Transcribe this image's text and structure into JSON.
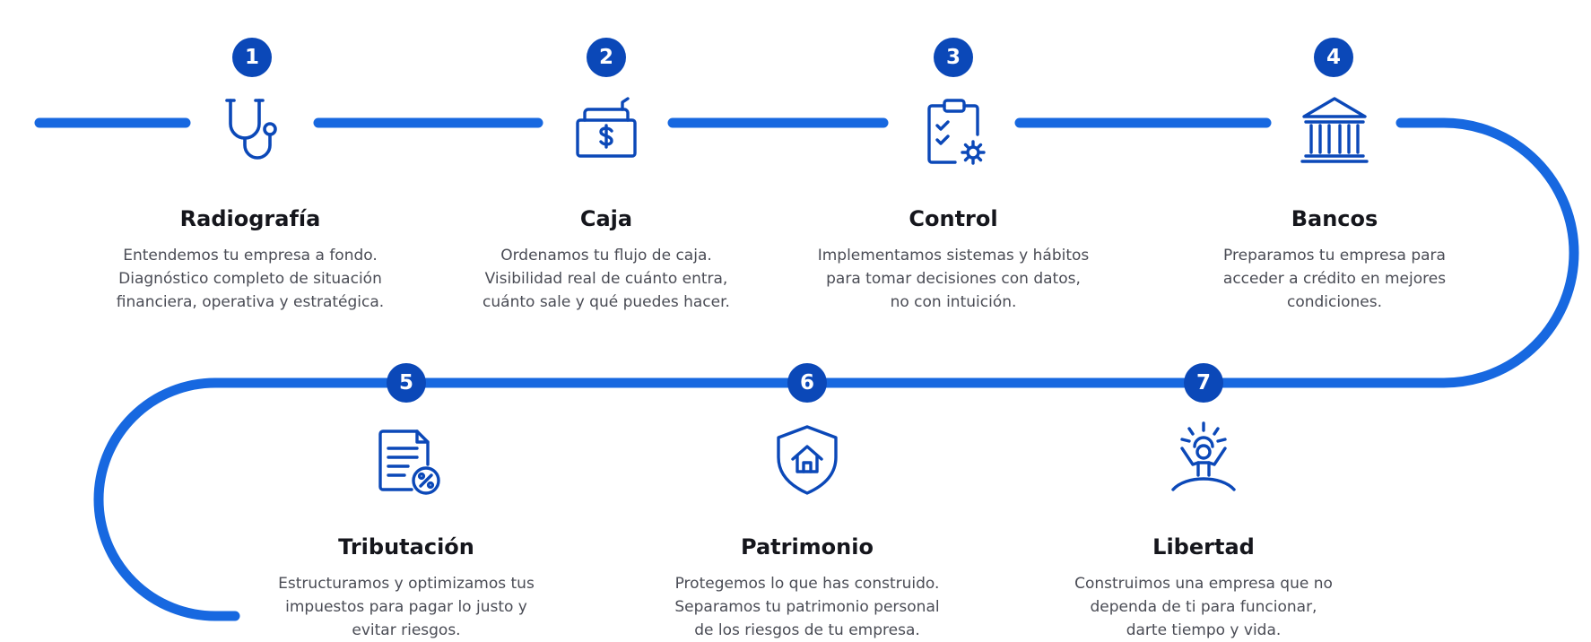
{
  "accent_color": "#0b48b8",
  "line_color": "#1768e0",
  "steps": [
    {
      "number": "1",
      "icon": "stethoscope-icon",
      "title": "Radiografía",
      "lines": [
        "Entendemos tu empresa a fondo.",
        "Diagnóstico completo de situación",
        "financiera, operativa y estratégica."
      ]
    },
    {
      "number": "2",
      "icon": "cash-register-icon",
      "title": "Caja",
      "lines": [
        "Ordenamos tu flujo de caja.",
        "Visibilidad real de cuánto entra,",
        "cuánto sale y qué puedes hacer."
      ]
    },
    {
      "number": "3",
      "icon": "clipboard-gear-icon",
      "title": "Control",
      "lines": [
        "Implementamos sistemas y hábitos",
        "para tomar decisiones con datos,",
        "no con intuición."
      ]
    },
    {
      "number": "4",
      "icon": "bank-icon",
      "title": "Bancos",
      "lines": [
        "Preparamos tu empresa para",
        "acceder a crédito en mejores",
        "condiciones."
      ]
    },
    {
      "number": "5",
      "icon": "tax-document-icon",
      "title": "Tributación",
      "lines": [
        "Estructuramos y optimizamos tus",
        "impuestos para pagar lo justo y",
        "evitar riesgos."
      ]
    },
    {
      "number": "6",
      "icon": "shield-home-icon",
      "title": "Patrimonio",
      "lines": [
        "Protegemos lo que has construido.",
        "Separamos tu patrimonio personal",
        "de los riesgos de tu empresa."
      ]
    },
    {
      "number": "7",
      "icon": "freedom-person-icon",
      "title": "Libertad",
      "lines": [
        "Construimos una empresa que no",
        "dependa de ti para funcionar,",
        "darte tiempo y vida."
      ]
    }
  ]
}
